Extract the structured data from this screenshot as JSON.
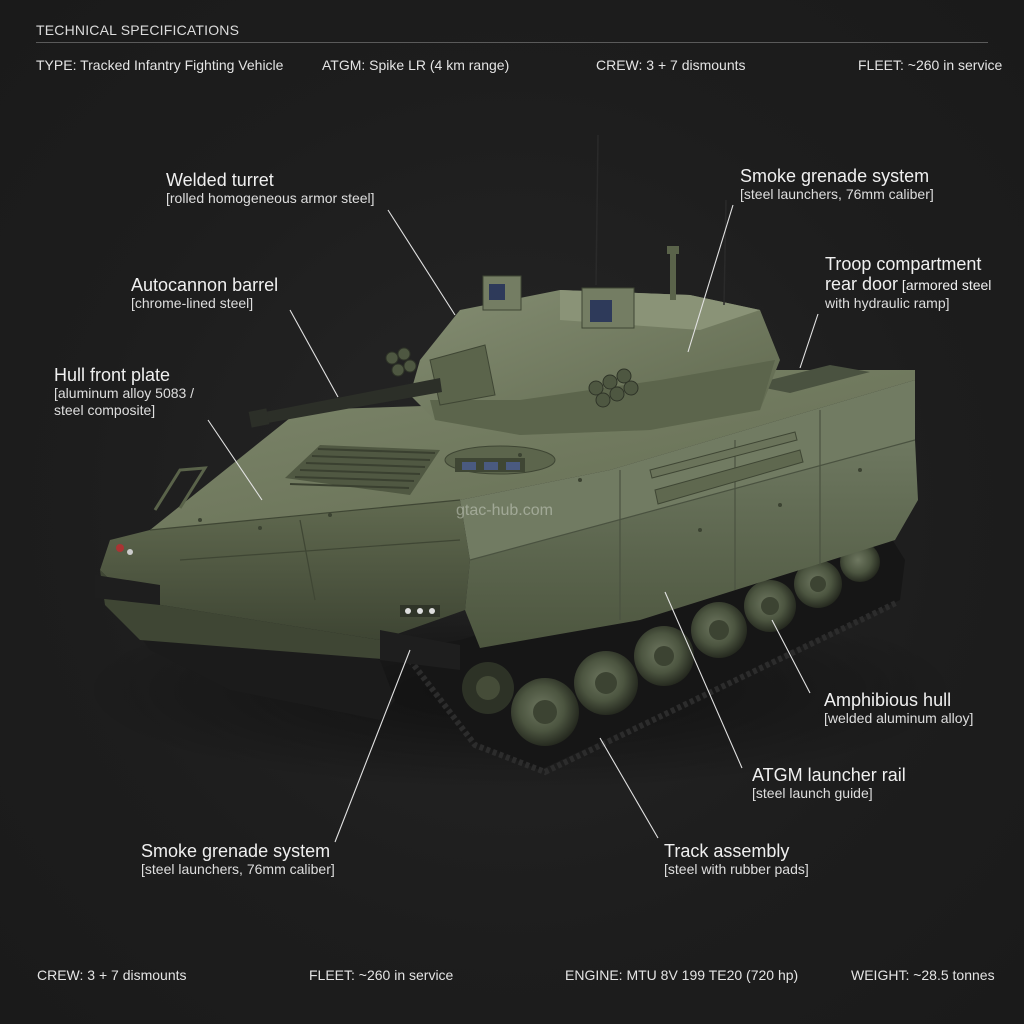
{
  "header": {
    "title": "TECHNICAL SPECIFICATIONS",
    "specs": [
      {
        "label": "TYPE: Tracked Infantry Fighting Vehicle"
      },
      {
        "label": "ATGM: Spike LR (4 km range)"
      },
      {
        "label": "CREW: 3 + 7 dismounts"
      },
      {
        "label": "FLEET: ~260 in service"
      }
    ]
  },
  "footer": {
    "specs": [
      {
        "label": "CREW: 3 + 7 dismounts"
      },
      {
        "label": "FLEET: ~260 in service"
      },
      {
        "label": "ENGINE: MTU 8V 199 TE20 (720 hp)"
      },
      {
        "label": "WEIGHT: ~28.5 tonnes"
      }
    ]
  },
  "callouts": [
    {
      "title": "Welded turret",
      "detail": "[rolled homogeneous armor steel]"
    },
    {
      "title": "Autocannon barrel",
      "detail": "[chrome-lined steel]"
    },
    {
      "title": "Hull front plate",
      "detail_line1": "[aluminum alloy 5083 /",
      "detail_line2": "steel composite]"
    },
    {
      "title": "Smoke grenade system",
      "detail": "[steel launchers, 76mm caliber]"
    },
    {
      "title_line1": "Troop compartment",
      "title_line2": "rear door",
      "detail_inline": " [armored steel",
      "detail_line2": "with hydraulic ramp]"
    },
    {
      "title": "Amphibious hull",
      "detail": "[welded aluminum alloy]"
    },
    {
      "title": "ATGM launcher rail",
      "detail": "[steel launch guide]"
    },
    {
      "title": "Smoke grenade system",
      "detail": "[steel launchers, 76mm caliber]"
    },
    {
      "title": "Track assembly",
      "detail": "[steel with rubber pads]"
    }
  ],
  "watermark": "gtac-hub.com",
  "colors": {
    "background": "#1f1f1f",
    "hull_green": "#6b7559",
    "hull_dark": "#4e5741",
    "track": "#1a1a1a",
    "text": "#eeeeee",
    "leader_line": "#e0e0e0"
  }
}
